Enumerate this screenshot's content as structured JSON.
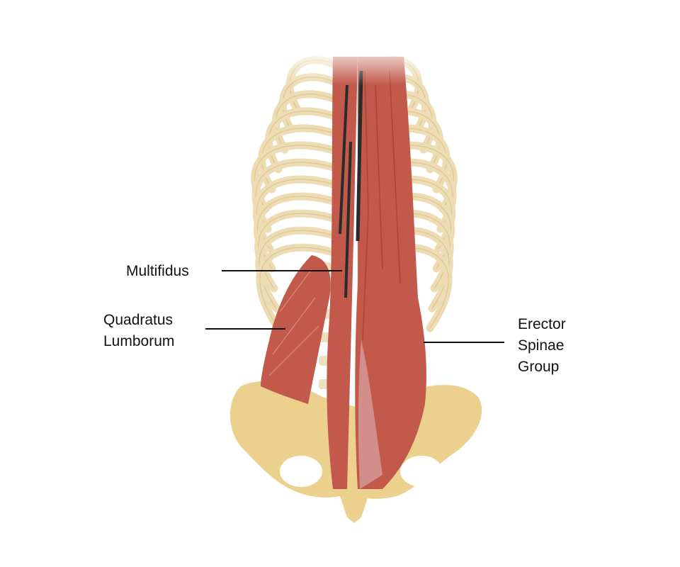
{
  "labels": {
    "multifidus": "Multifidus",
    "quadratus_lumborum": [
      "Quadratus",
      "Lumborum"
    ],
    "erector_spinae": [
      "Erector",
      "Spinae",
      "Group"
    ]
  },
  "colors": {
    "bone": "#eddcb3",
    "pelvis": "#ebd08e",
    "muscle": "#c2594a",
    "muscle_dark": "#a8453a",
    "gap": "#2b2b2b"
  }
}
